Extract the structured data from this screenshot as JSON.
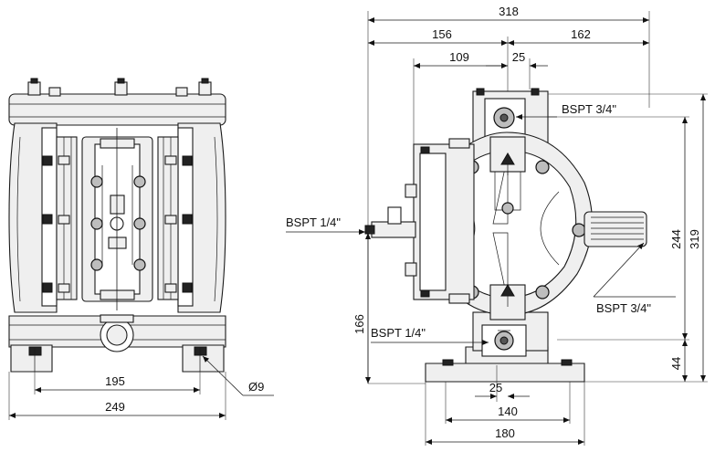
{
  "front_view": {
    "dimensions": {
      "overall_width": "249",
      "bolt_spacing": "195",
      "hole_diameter": "Ø9"
    }
  },
  "side_view": {
    "dimensions": {
      "overall_width": "318",
      "left_to_center": "156",
      "center_to_right": "162",
      "inner_left": "109",
      "top_offset": "25",
      "bottom_offset": "25",
      "base_inner": "140",
      "base_outer": "180",
      "total_height": "319",
      "body_height": "244",
      "outlet_height": "166",
      "base_height": "44"
    },
    "labels": {
      "outlet_top": "BSPT 3/4\"",
      "air_inlet": "BSPT 1/4\"",
      "exhaust": "BSPT 3/4\"",
      "air_exhaust": "BSPT 1/4\""
    }
  }
}
